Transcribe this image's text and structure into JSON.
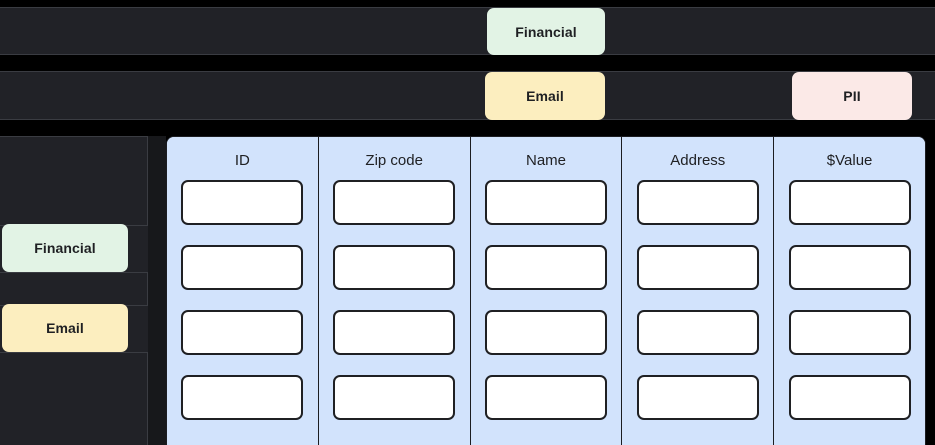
{
  "tag_rows": [
    {
      "row_id": "row-1",
      "chips": [
        {
          "label": "Financial",
          "color": "#e2f3e5",
          "name": "tag-chip-financial"
        }
      ]
    },
    {
      "row_id": "row-2",
      "chips": [
        {
          "label": "Email",
          "color": "#fceebf",
          "name": "tag-chip-email"
        },
        {
          "label": "PII",
          "color": "#fbe9e7",
          "name": "tag-chip-pii"
        }
      ]
    }
  ],
  "sidebar": {
    "items": [
      {
        "label": "Financial",
        "color": "#e2f3e5"
      },
      {
        "label": "Email",
        "color": "#fceebf"
      }
    ]
  },
  "table": {
    "columns": [
      {
        "header": "ID",
        "cells": [
          "",
          "",
          "",
          ""
        ]
      },
      {
        "header": "Zip code",
        "cells": [
          "",
          "",
          "",
          ""
        ]
      },
      {
        "header": "Name",
        "cells": [
          "",
          "",
          "",
          ""
        ]
      },
      {
        "header": "Address",
        "cells": [
          "",
          "",
          "",
          ""
        ]
      },
      {
        "header": "$Value",
        "cells": [
          "",
          "",
          "",
          ""
        ]
      }
    ],
    "row_count": 4,
    "column_background": "#d2e3fc",
    "cell_background": "#ffffff"
  },
  "theme": {
    "page_background": "#000000",
    "panel_background": "#212227",
    "panel_border": "#3a3c42",
    "text_color": "#1f2023"
  }
}
